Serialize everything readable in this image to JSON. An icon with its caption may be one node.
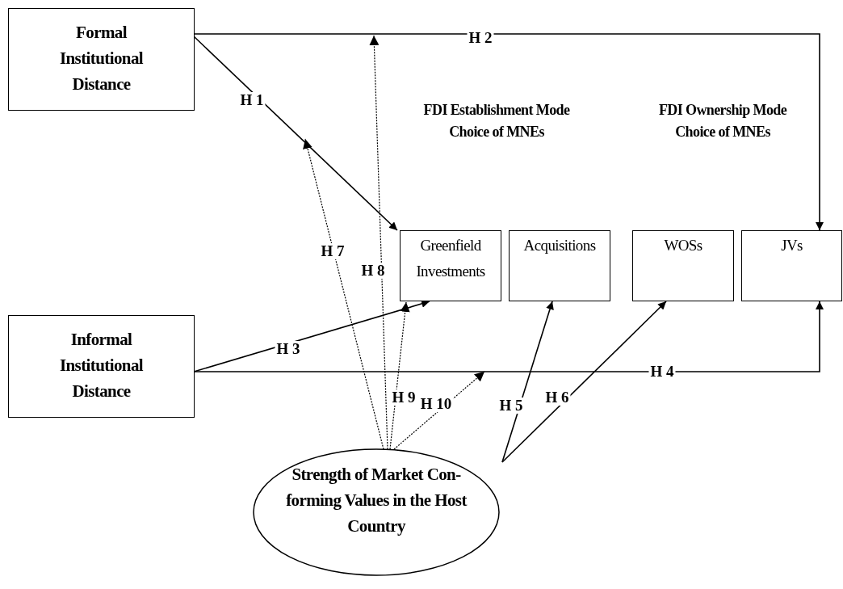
{
  "diagram": {
    "nodes": [
      {
        "text": [
          "Formal Institutional Distance"
        ]
      },
      {
        "text": [
          "Informal Institutional Distance"
        ]
      },
      {
        "text": [
          "Greenfield Investments"
        ]
      },
      {
        "text": [
          "Acquisitions"
        ]
      },
      {
        "text": [
          "WOSs"
        ]
      },
      {
        "text": [
          "JVs"
        ]
      },
      {
        "text": [
          "Strength of Market Con- forming Values in the Host Country"
        ]
      }
    ],
    "edges": [
      {
        "from": 0,
        "to": 2,
        "arrow": "to",
        "label": "H 1"
      },
      {
        "from": 0,
        "to": 5,
        "arrow": "to",
        "label": "H 2"
      },
      {
        "from": 1,
        "to": 2,
        "arrow": "to",
        "label": "H 3"
      },
      {
        "from": 1,
        "to": 5,
        "arrow": "to",
        "label": "H 4"
      },
      {
        "from": 6,
        "to": 3,
        "arrow": "to",
        "label": "H 5"
      },
      {
        "from": 6,
        "to": 4,
        "arrow": "to",
        "label": "H 6"
      },
      {
        "from": 6,
        "to": null,
        "arrow": "to",
        "label": "H 7",
        "style": "dashed"
      },
      {
        "from": 6,
        "to": null,
        "arrow": "to",
        "label": "H 8",
        "style": "dashed"
      },
      {
        "from": 6,
        "to": 2,
        "arrow": "to",
        "label": "H 9",
        "style": "dashed"
      },
      {
        "from": 6,
        "to": null,
        "arrow": "to",
        "label": "H 10",
        "style": "dashed"
      }
    ],
    "labels": [
      "FDI Establishment Mode Choice of MNEs",
      "FDI Ownership Mode Choice of MNEs"
    ]
  }
}
